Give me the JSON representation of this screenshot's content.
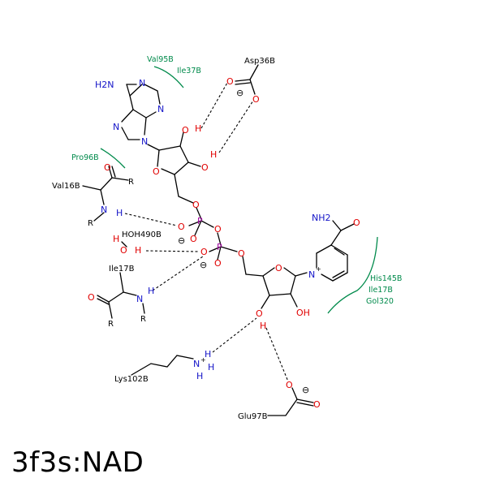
{
  "title": "3f3s:NAD",
  "residues": {
    "val95b": "Val95B",
    "ile37b": "Ile37B",
    "asp36b": "Asp36B",
    "pro96b": "Pro96B",
    "val16b": "Val16B",
    "hoh490b": "HOH490B",
    "ile17b_left": "Ile17B",
    "his145b": "His145B",
    "ile17b_right": "Ile17B",
    "gol320": "Gol320",
    "lys102b": "Lys102B",
    "glu97b": "Glu97B"
  },
  "atoms": {
    "h2n": "H2N",
    "n": "N",
    "o": "O",
    "h": "H",
    "p": "P",
    "r": "R",
    "oh": "OH",
    "nh2": "NH2",
    "nplus": "N+"
  },
  "colors": {
    "oxygen": "#e00000",
    "nitrogen": "#1414c8",
    "phosphorus": "#a000a0",
    "contact": "#008a4b"
  }
}
